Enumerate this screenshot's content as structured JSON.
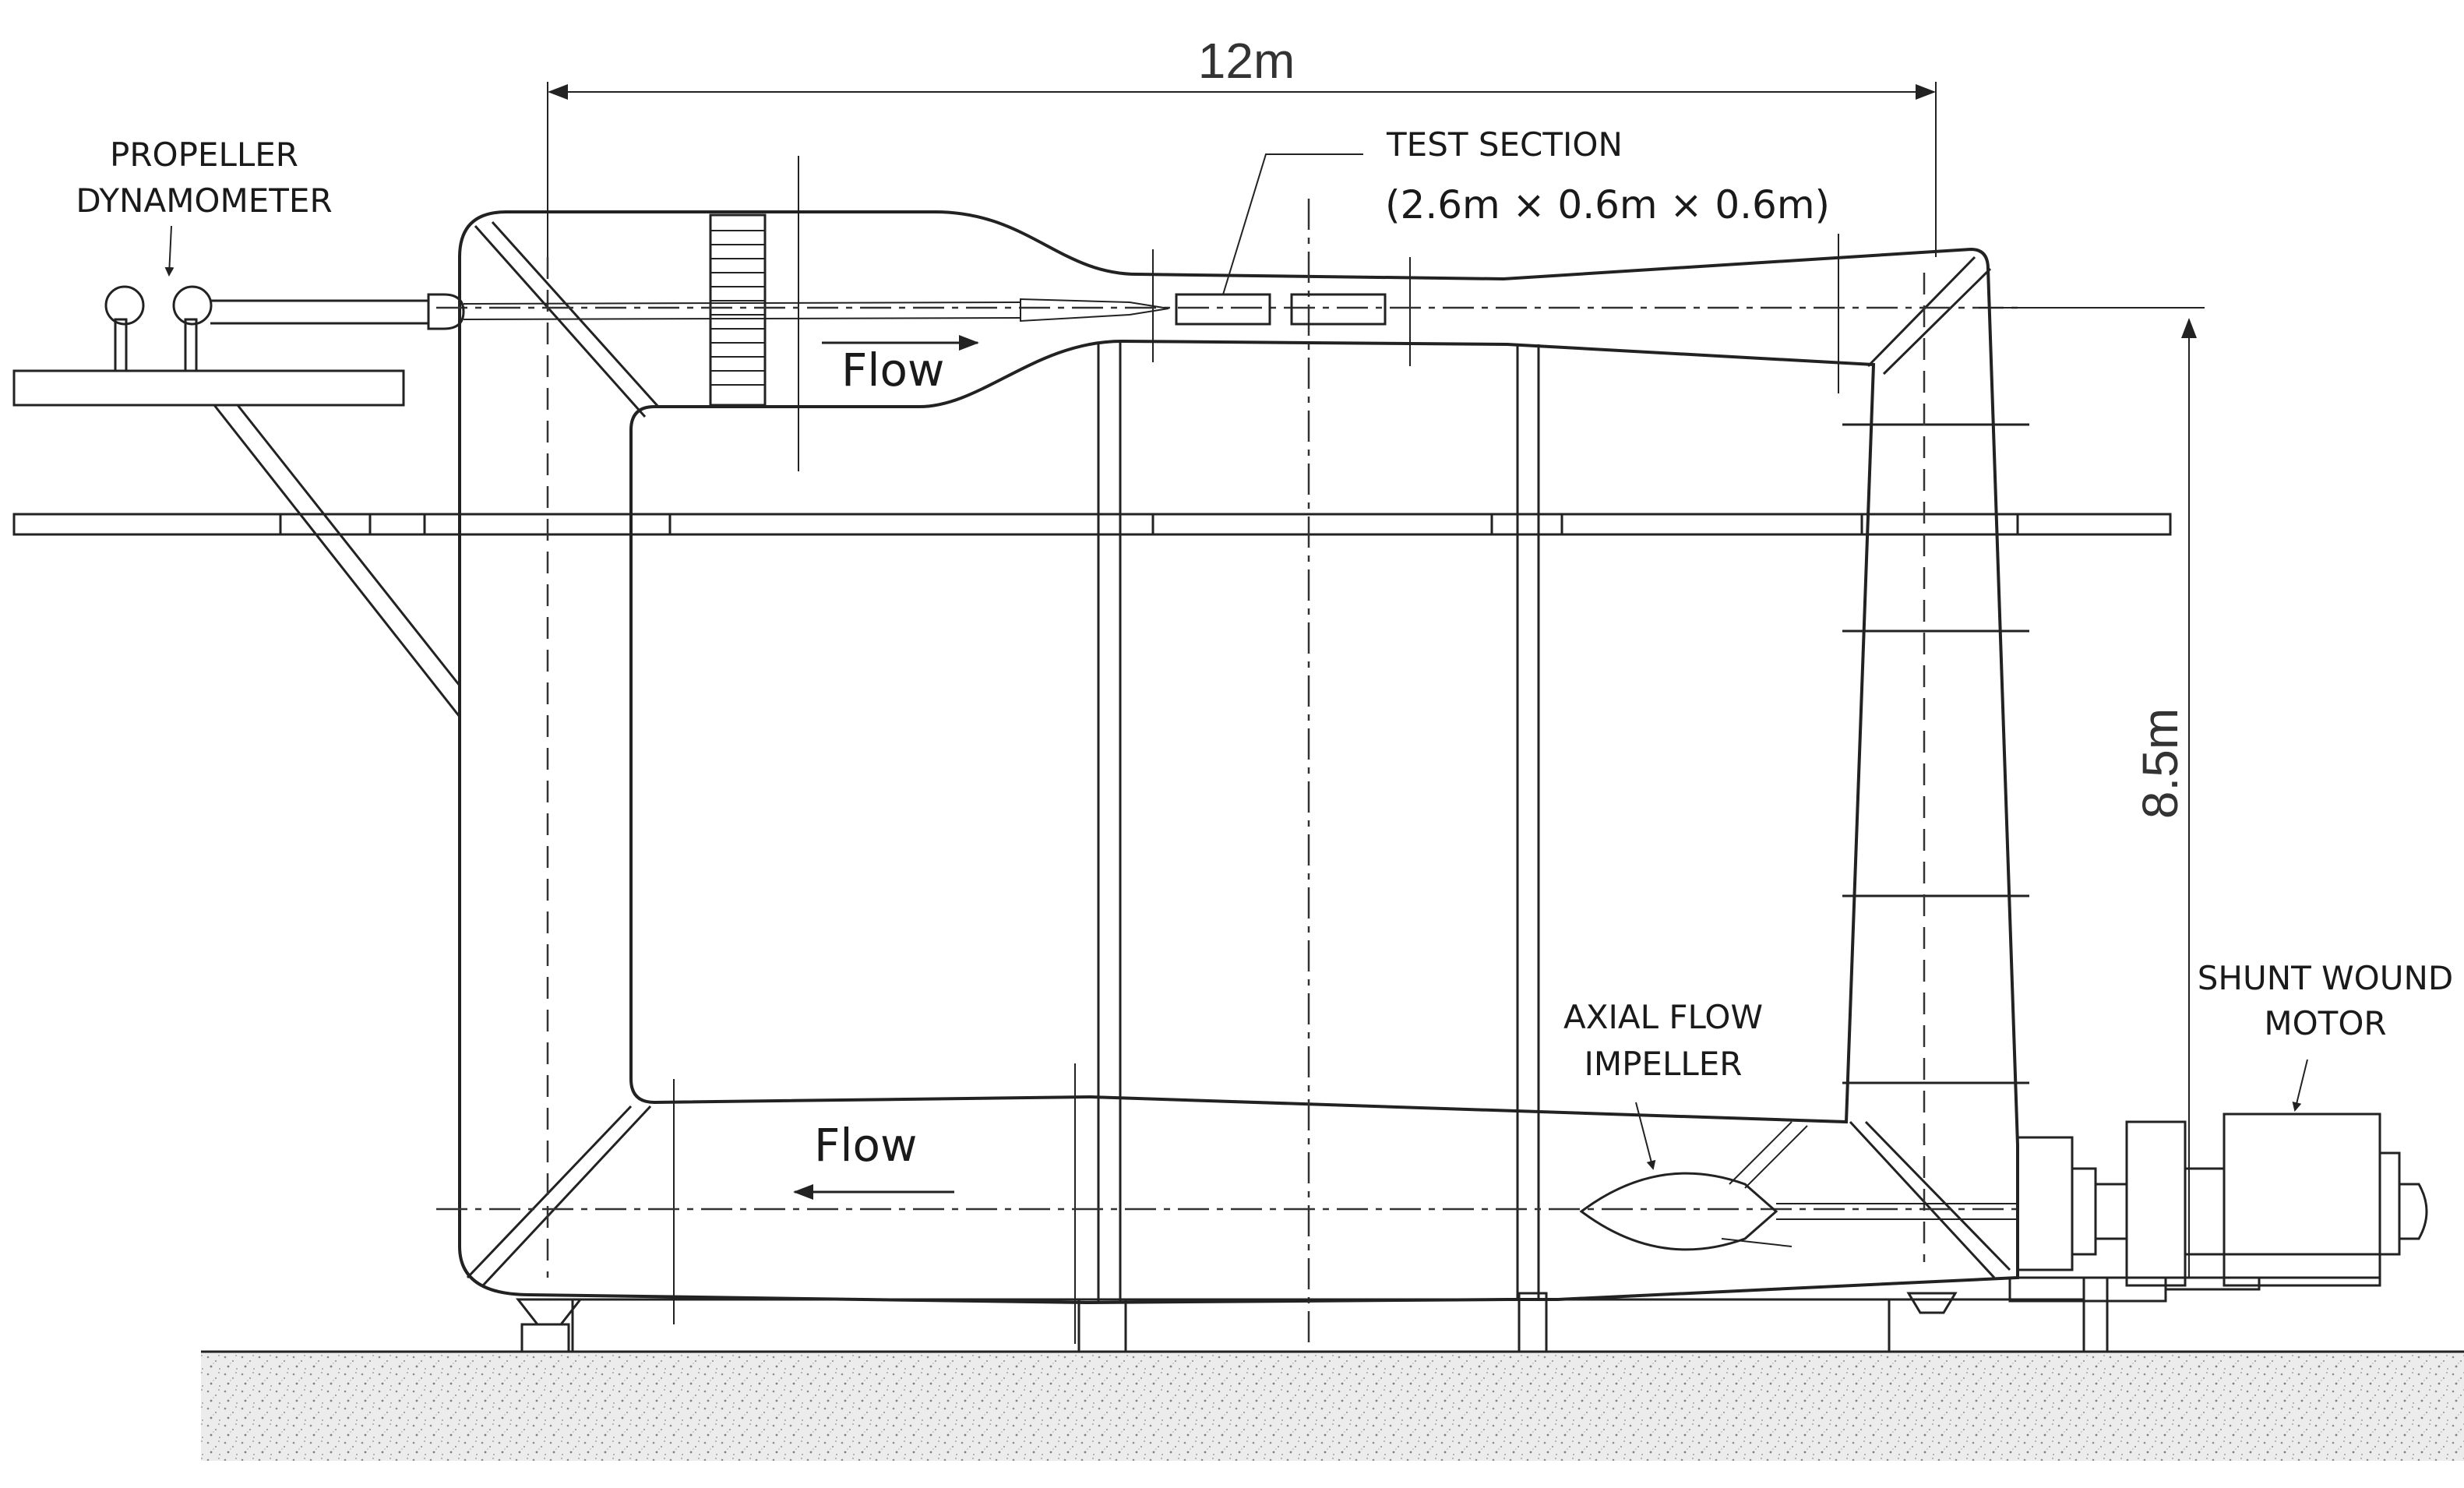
{
  "labels": {
    "propeller_dynamometer_line1": "PROPELLER",
    "propeller_dynamometer_line2": "DYNAMOMETER",
    "test_section_title": "TEST SECTION",
    "test_section_dims": "(2.6m × 0.6m × 0.6m)",
    "flow_upper": "Flow",
    "flow_lower": "Flow",
    "axial_flow_line1": "AXIAL FLOW",
    "axial_flow_line2": "IMPELLER",
    "shunt_motor_line1": "SHUNT WOUND",
    "shunt_motor_line2": "MOTOR"
  },
  "dimensions": {
    "length": "12m",
    "height": "8.5m"
  }
}
